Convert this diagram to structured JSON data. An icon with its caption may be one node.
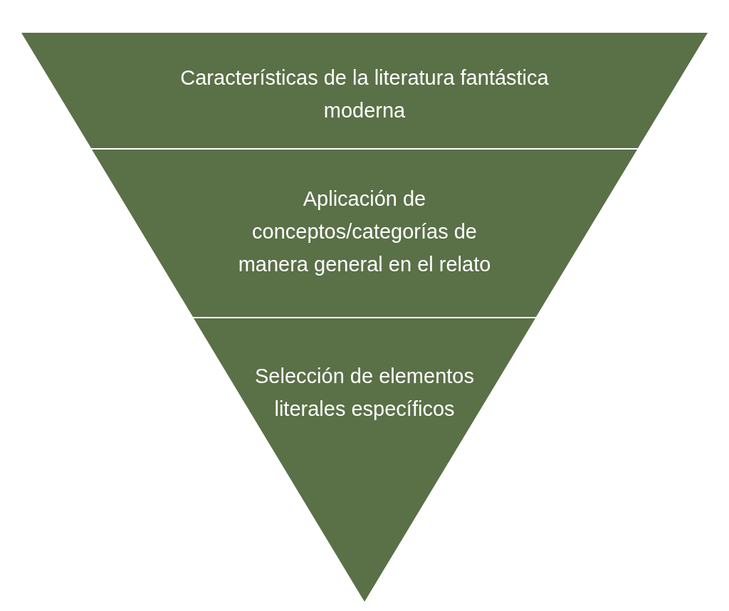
{
  "diagram": {
    "nodes": [
      {
        "text": [
          "Características de la literatura fantástica moderna"
        ]
      },
      {
        "text": [
          "Aplicación de conceptos/categorías de manera general en el relato"
        ]
      },
      {
        "text": [
          "Selección de elementos literales específicos"
        ]
      }
    ]
  }
}
